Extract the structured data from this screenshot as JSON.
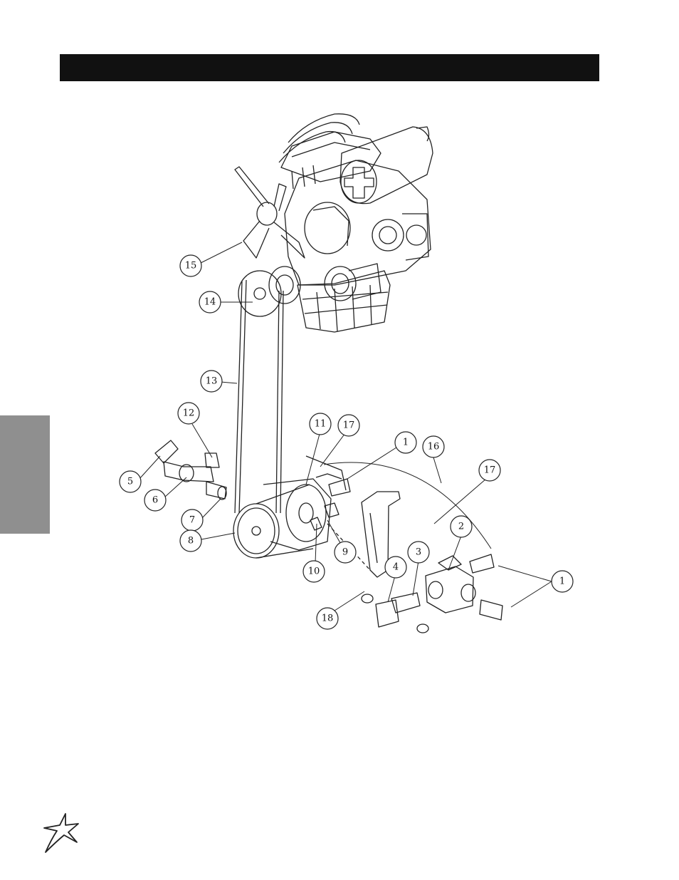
{
  "page": {
    "header_bar_color": "#111111",
    "side_tab_color": "#8f8f8f"
  },
  "diagram": {
    "callouts": [
      {
        "id": "c15",
        "label": "15"
      },
      {
        "id": "c14",
        "label": "14"
      },
      {
        "id": "c13",
        "label": "13"
      },
      {
        "id": "c12",
        "label": "12"
      },
      {
        "id": "c5",
        "label": "5"
      },
      {
        "id": "c6",
        "label": "6"
      },
      {
        "id": "c7",
        "label": "7"
      },
      {
        "id": "c8",
        "label": "8"
      },
      {
        "id": "c11",
        "label": "11"
      },
      {
        "id": "c17a",
        "label": "17"
      },
      {
        "id": "c1a",
        "label": "1"
      },
      {
        "id": "c16",
        "label": "16"
      },
      {
        "id": "c17b",
        "label": "17"
      },
      {
        "id": "c2",
        "label": "2"
      },
      {
        "id": "c3",
        "label": "3"
      },
      {
        "id": "c4",
        "label": "4"
      },
      {
        "id": "c1b",
        "label": "1"
      },
      {
        "id": "c9",
        "label": "9"
      },
      {
        "id": "c10",
        "label": "10"
      },
      {
        "id": "c18",
        "label": "18"
      }
    ]
  },
  "logo": {
    "icon": "star-swoosh-logo-icon"
  }
}
